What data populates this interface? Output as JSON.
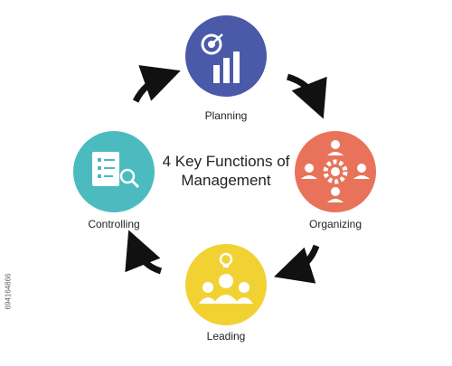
{
  "title": {
    "line1": "4 Key Functions of",
    "line2": "Management"
  },
  "functions": [
    {
      "id": "planning",
      "label": "Planning",
      "color": "#4a5aa9",
      "icon": "target-growth-chart-icon"
    },
    {
      "id": "organizing",
      "label": "Organizing",
      "color": "#e8735a",
      "icon": "team-gear-icon"
    },
    {
      "id": "leading",
      "label": "Leading",
      "color": "#f2d232",
      "icon": "leader-team-idea-icon"
    },
    {
      "id": "controlling",
      "label": "Controlling",
      "color": "#4bbbc0",
      "icon": "checklist-magnifier-icon"
    }
  ],
  "arrow_color": "#111111",
  "stamp": "694164866"
}
